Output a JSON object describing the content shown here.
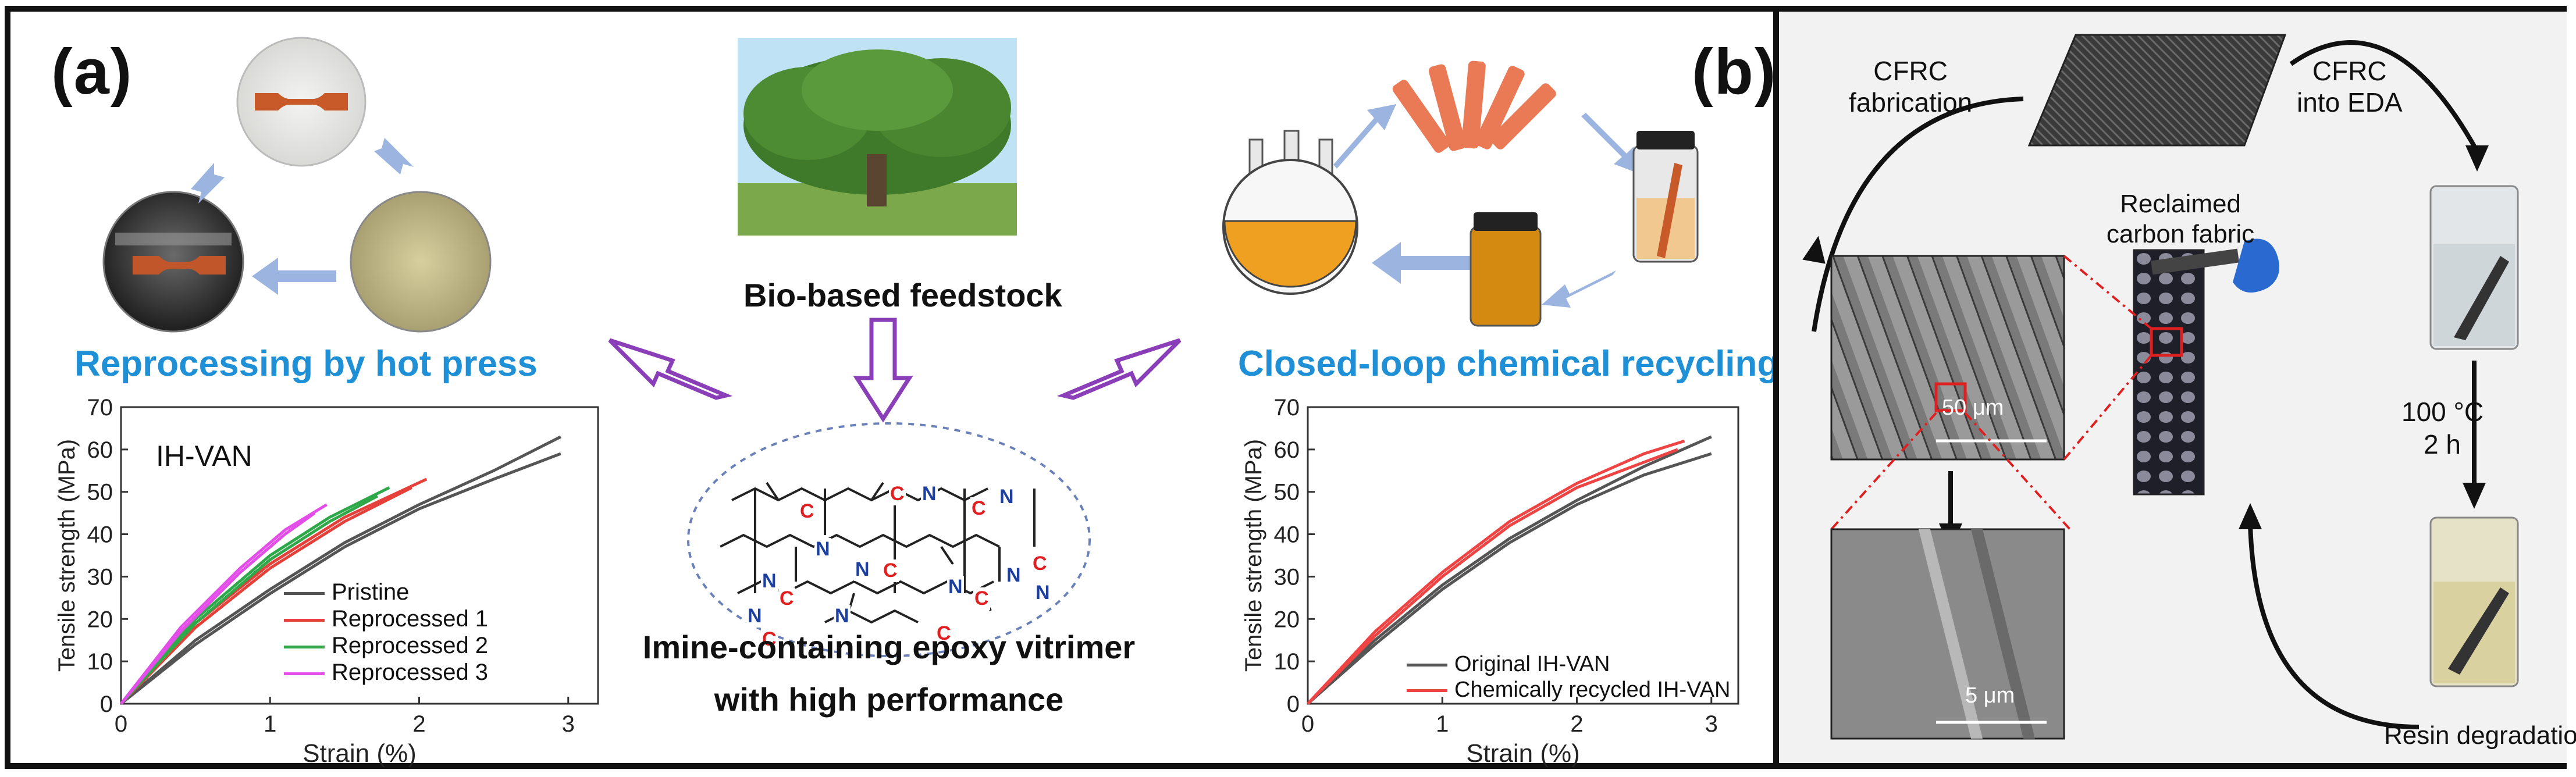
{
  "panel_a": {
    "label": "(a)",
    "reprocessing_caption": "Reprocessing by hot press",
    "biobased_caption": "Bio-based feedstock",
    "center_caption_line1": "Imine-containing epoxy vitrimer",
    "center_caption_line2": "with high performance",
    "recycling_caption": "Closed-loop chemical recycling",
    "molecule_atoms": [
      "C",
      "N",
      "C",
      "N",
      "C",
      "N",
      "N",
      "C",
      "N",
      "C",
      "N",
      "C",
      "N",
      "C",
      "N",
      "C",
      "N",
      "C",
      "N"
    ],
    "colors": {
      "caption_blue": "#1f8fd6",
      "arrow_purple": "#8a3fb8",
      "arrow_lightblue": "#9bb5e0",
      "imine_red": "#e02020",
      "imine_blue": "#1c3fa0"
    }
  },
  "chart_left": {
    "annotation": "IH-VAN",
    "legend": [
      "Pristine",
      "Reprocessed 1",
      "Reprocessed 2",
      "Reprocessed 3"
    ]
  },
  "chart_right": {
    "legend": [
      "Original IH-VAN",
      "Chemically recycled IH-VAN"
    ]
  },
  "chart_data": [
    {
      "type": "line",
      "xlabel": "Strain (%)",
      "ylabel": "Tensile strength (MPa)",
      "xlim": [
        0,
        3.2
      ],
      "ylim": [
        0,
        70
      ],
      "xticks": [
        0,
        1,
        2,
        3
      ],
      "yticks": [
        0,
        10,
        20,
        30,
        40,
        50,
        60,
        70
      ],
      "annotation": "IH-VAN",
      "legend_position": "bottom-center",
      "series": [
        {
          "name": "Pristine",
          "color": "#555555",
          "curves": [
            [
              [
                0,
                0
              ],
              [
                0.5,
                15
              ],
              [
                1.0,
                27
              ],
              [
                1.5,
                38
              ],
              [
                2.0,
                47
              ],
              [
                2.5,
                55
              ],
              [
                2.95,
                63
              ]
            ],
            [
              [
                0,
                0
              ],
              [
                0.5,
                14
              ],
              [
                1.0,
                26
              ],
              [
                1.5,
                37
              ],
              [
                2.0,
                46
              ],
              [
                2.5,
                53
              ],
              [
                2.95,
                59
              ]
            ]
          ]
        },
        {
          "name": "Reprocessed 1",
          "color": "#e5413a",
          "curves": [
            [
              [
                0,
                0
              ],
              [
                0.5,
                19
              ],
              [
                1.0,
                33
              ],
              [
                1.5,
                44
              ],
              [
                2.05,
                53
              ]
            ],
            [
              [
                0,
                0
              ],
              [
                0.5,
                18
              ],
              [
                1.0,
                32
              ],
              [
                1.5,
                43
              ],
              [
                1.95,
                51
              ]
            ]
          ]
        },
        {
          "name": "Reprocessed 2",
          "color": "#2fa84a",
          "curves": [
            [
              [
                0,
                0
              ],
              [
                0.5,
                20
              ],
              [
                1.0,
                35
              ],
              [
                1.4,
                44
              ],
              [
                1.8,
                51
              ]
            ],
            [
              [
                0,
                0
              ],
              [
                0.5,
                19
              ],
              [
                1.0,
                34
              ],
              [
                1.4,
                43
              ],
              [
                1.72,
                49
              ]
            ]
          ]
        },
        {
          "name": "Reprocessed 3",
          "color": "#e44ee8",
          "curves": [
            [
              [
                0,
                0
              ],
              [
                0.4,
                18
              ],
              [
                0.8,
                32
              ],
              [
                1.1,
                41
              ],
              [
                1.38,
                47
              ]
            ],
            [
              [
                0,
                0
              ],
              [
                0.4,
                17
              ],
              [
                0.8,
                31
              ],
              [
                1.1,
                40
              ],
              [
                1.3,
                45
              ]
            ]
          ]
        }
      ]
    },
    {
      "type": "line",
      "xlabel": "Strain (%)",
      "ylabel": "Tensile strength (MPa)",
      "xlim": [
        0,
        3.2
      ],
      "ylim": [
        0,
        70
      ],
      "xticks": [
        0,
        1,
        2,
        3
      ],
      "yticks": [
        0,
        10,
        20,
        30,
        40,
        50,
        60,
        70
      ],
      "legend_position": "bottom-right",
      "series": [
        {
          "name": "Original IH-VAN",
          "color": "#555555",
          "curves": [
            [
              [
                0,
                0
              ],
              [
                0.5,
                15
              ],
              [
                1.0,
                28
              ],
              [
                1.5,
                39
              ],
              [
                2.0,
                48
              ],
              [
                2.5,
                56
              ],
              [
                3.0,
                63
              ]
            ],
            [
              [
                0,
                0
              ],
              [
                0.5,
                14
              ],
              [
                1.0,
                27
              ],
              [
                1.5,
                38
              ],
              [
                2.0,
                47
              ],
              [
                2.5,
                54
              ],
              [
                3.0,
                59
              ]
            ]
          ]
        },
        {
          "name": "Chemically recycled IH-VAN",
          "color": "#ee4444",
          "curves": [
            [
              [
                0,
                0
              ],
              [
                0.5,
                17
              ],
              [
                1.0,
                31
              ],
              [
                1.5,
                43
              ],
              [
                2.0,
                52
              ],
              [
                2.5,
                59
              ],
              [
                2.8,
                62
              ]
            ],
            [
              [
                0,
                0
              ],
              [
                0.5,
                16
              ],
              [
                1.0,
                30
              ],
              [
                1.5,
                42
              ],
              [
                2.0,
                51
              ],
              [
                2.5,
                57
              ],
              [
                2.75,
                60
              ]
            ]
          ]
        }
      ]
    }
  ],
  "panel_b": {
    "label": "(b)",
    "cfrc_fabrication": [
      "CFRC",
      "fabrication"
    ],
    "cfrc_into_eda": [
      "CFRC",
      "into EDA"
    ],
    "reclaimed_fabric": [
      "Reclaimed",
      "carbon fabric"
    ],
    "sem_scale_large": "50 μm",
    "sem_scale_small": "5 μm",
    "condition": [
      "100 °C",
      "2 h"
    ],
    "resin_degradation": "Resin degradation"
  }
}
